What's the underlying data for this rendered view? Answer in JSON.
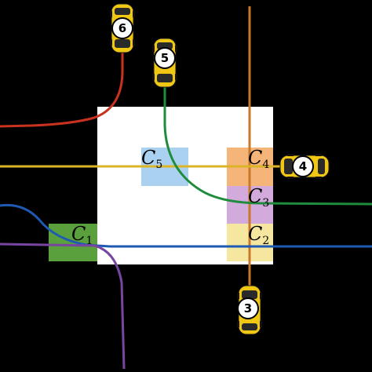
{
  "colors": {
    "background": "#000000",
    "intersection": "#ffffff",
    "path_red": "#c8321e",
    "path_green": "#1e8c3c",
    "path_orange": "#c87828",
    "path_yellow": "#dcb428",
    "path_blue": "#1e5ab4",
    "path_purple": "#7846a0",
    "zone_c1": "#5aa03c",
    "zone_c2": "#f5e6a0",
    "zone_c3": "#d2aadc",
    "zone_c4": "#f5b478",
    "zone_c5": "#aad2f0",
    "car_body": "#f0c814"
  },
  "zones": [
    {
      "id": "c1",
      "letter": "C",
      "index": "1"
    },
    {
      "id": "c2",
      "letter": "C",
      "index": "2"
    },
    {
      "id": "c3",
      "letter": "C",
      "index": "3"
    },
    {
      "id": "c4",
      "letter": "C",
      "index": "4"
    },
    {
      "id": "c5",
      "letter": "C",
      "index": "5"
    }
  ],
  "cars": [
    {
      "id": "car3",
      "number": "3",
      "heading": "up"
    },
    {
      "id": "car4",
      "number": "4",
      "heading": "left"
    },
    {
      "id": "car5",
      "number": "5",
      "heading": "down"
    },
    {
      "id": "car6",
      "number": "6",
      "heading": "down"
    }
  ]
}
